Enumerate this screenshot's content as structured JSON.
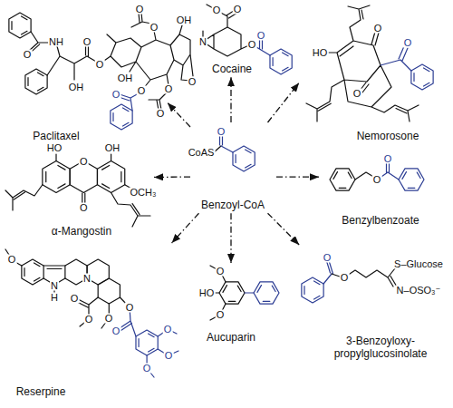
{
  "diagram": {
    "nodes": [
      {
        "text": [
          "Paclitaxel"
        ]
      },
      {
        "text": [
          "Cocaine"
        ]
      },
      {
        "text": [
          "Nemorosone"
        ]
      },
      {
        "text": [
          "α-Mangostin"
        ]
      },
      {
        "text": [
          "Benzoyl-CoA"
        ]
      },
      {
        "text": [
          "Benzylbenzoate"
        ]
      },
      {
        "text": [
          "Reserpine"
        ]
      },
      {
        "text": [
          "Aucuparin"
        ]
      },
      {
        "text": [
          "3-Benzoyloxy- propylglucosinolate"
        ]
      }
    ],
    "edges": [
      {
        "from": 4,
        "to": 0,
        "arrow": "to"
      },
      {
        "from": 4,
        "to": 1,
        "arrow": "to"
      },
      {
        "from": 4,
        "to": 2,
        "arrow": "to"
      },
      {
        "from": 4,
        "to": 3,
        "arrow": "to"
      },
      {
        "from": 4,
        "to": 5,
        "arrow": "to"
      },
      {
        "from": 4,
        "to": 6,
        "arrow": "to"
      },
      {
        "from": 4,
        "to": 7,
        "arrow": "to"
      },
      {
        "from": 4,
        "to": 8,
        "arrow": "to"
      }
    ],
    "labels": [
      "O",
      "NH",
      "OH",
      "O",
      "O",
      "O",
      "O",
      "OH",
      "O",
      "OH",
      "O",
      "O",
      "O",
      "O",
      "N",
      "O",
      "O",
      "O",
      "O",
      "HO",
      "O",
      "O",
      "O",
      "CoAS",
      "O",
      "HO",
      "O",
      "OH",
      "OCH₃",
      "O",
      "O",
      "O",
      "O",
      "N",
      "H",
      "N",
      "O",
      "O",
      "O",
      "O",
      "O",
      "O",
      "O",
      "O",
      "O",
      "HO",
      "O",
      "O",
      "O",
      "S–Glucose",
      "N–OSO₃⁻"
    ]
  }
}
